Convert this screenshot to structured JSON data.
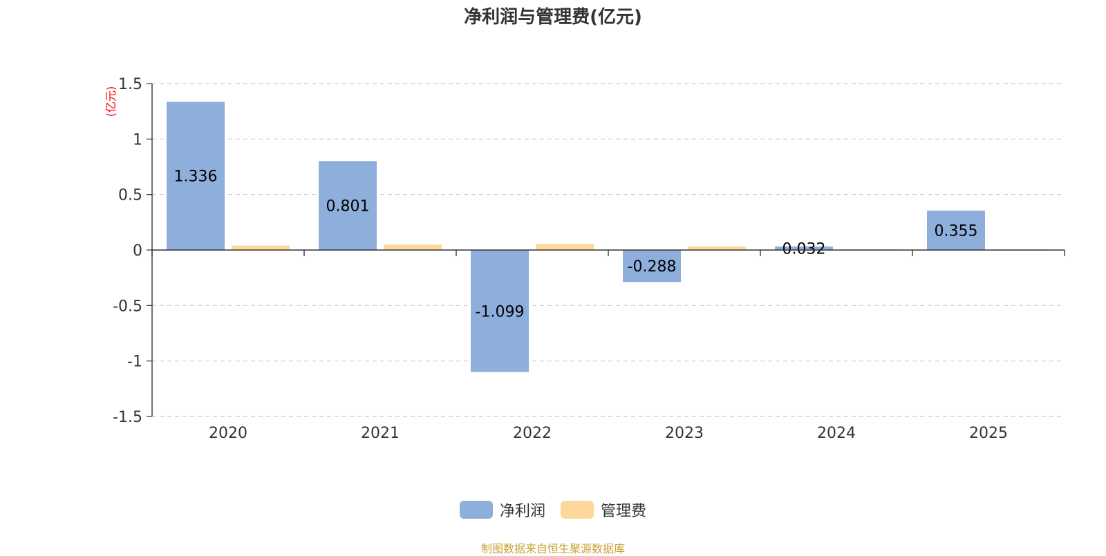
{
  "chart_data": {
    "type": "bar",
    "title": "净利润与管理费(亿元)",
    "ylabel": "(亿元)",
    "categories": [
      "2020",
      "2021",
      "2022",
      "2023",
      "2024",
      "2025"
    ],
    "series": [
      {
        "name": "净利润",
        "color": "#8eaedb",
        "values": [
          1.336,
          0.801,
          -1.099,
          -0.288,
          0.032,
          0.355
        ],
        "labels": [
          "1.336",
          "0.801",
          "-1.099",
          "-0.288",
          "0.032",
          "0.355"
        ]
      },
      {
        "name": "管理费",
        "color": "#fdd89a",
        "values": [
          0.04,
          0.05,
          0.055,
          0.032,
          0.008,
          0.007
        ]
      }
    ],
    "ylim": [
      -1.5,
      1.5
    ],
    "yticks": [
      1.5,
      1,
      0.5,
      0,
      -0.5,
      -1,
      -1.5
    ],
    "ytick_labels": [
      "1.5",
      "1",
      "0.5",
      "0",
      "-0.5",
      "-1",
      "-1.5"
    ],
    "grid": true,
    "legend_position": "bottom-center"
  },
  "source_text": "制图数据来自恒生聚源数据库",
  "colors": {
    "axis": "#333333",
    "grid": "#cccccc",
    "ylabel": "#ff0000",
    "source": "#c9a233"
  }
}
